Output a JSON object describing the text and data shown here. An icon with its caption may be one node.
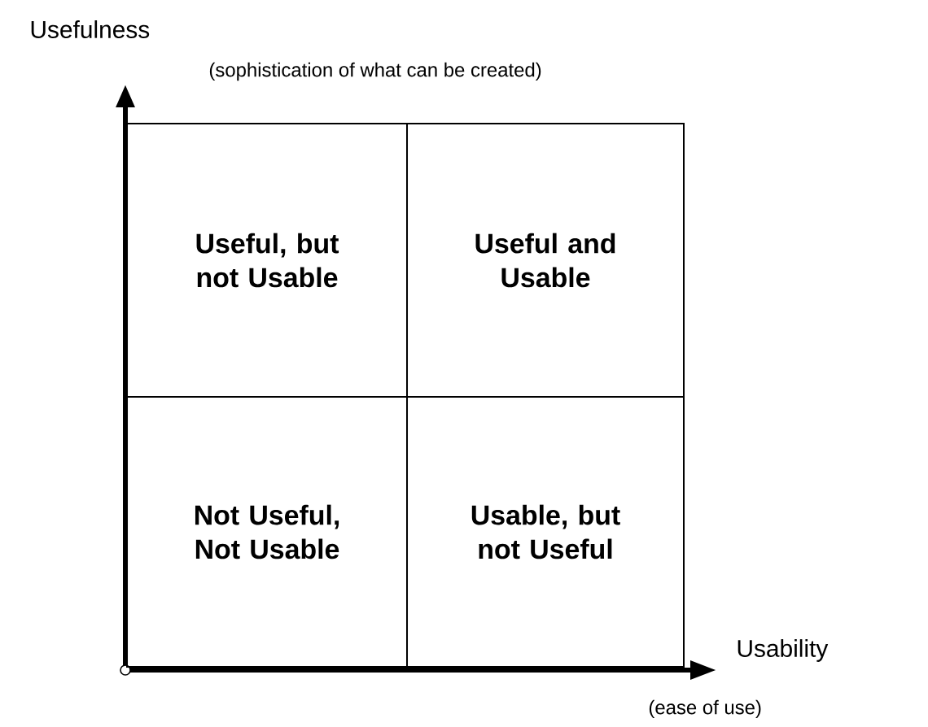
{
  "diagram": {
    "nodes": [
      {
        "text": [
          "Useful, but not Usable"
        ]
      },
      {
        "text": [
          "Useful and Usable"
        ]
      },
      {
        "text": [
          "Not Useful, Not Usable"
        ]
      },
      {
        "text": [
          "Usable, but not Useful"
        ]
      }
    ],
    "labels": [
      "Usefulness",
      "(sophistication of what can be created)",
      "Usability",
      "(ease of use)"
    ]
  }
}
